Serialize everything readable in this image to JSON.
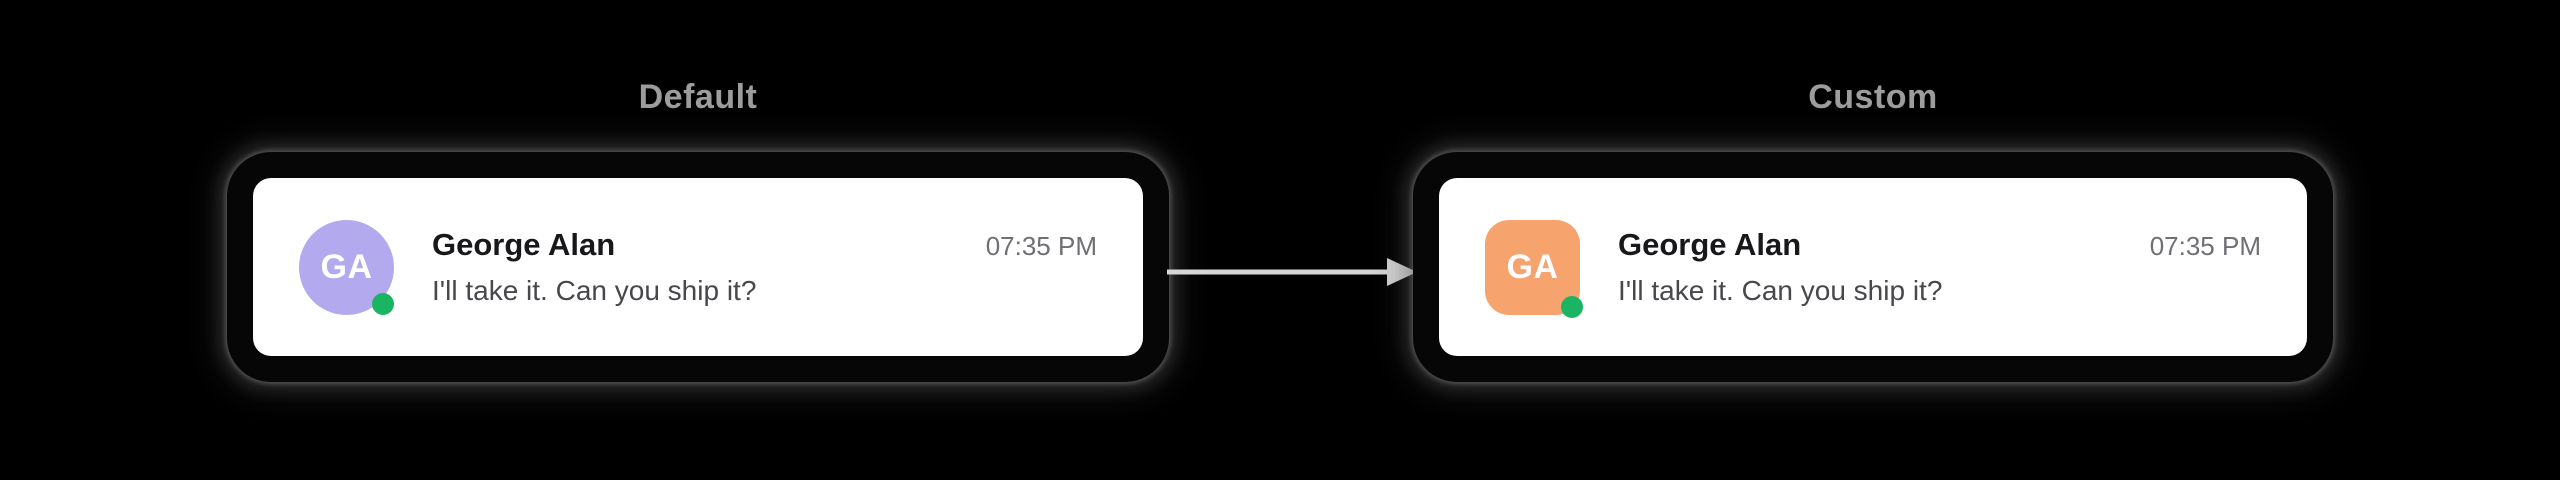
{
  "page": {
    "background": "#000000"
  },
  "variants": {
    "default": {
      "label": "Default",
      "avatar": {
        "initials": "GA",
        "background": "#b3a9ee",
        "shape": "circle"
      },
      "status_color": "#19b563",
      "sender": "George Alan",
      "timestamp": "07:35 PM",
      "message": "I'll take it. Can you ship it?"
    },
    "custom": {
      "label": "Custom",
      "avatar": {
        "initials": "GA",
        "background": "#f7a36e",
        "shape": "rounded-square"
      },
      "status_color": "#19b563",
      "sender": "George Alan",
      "timestamp": "07:35 PM",
      "message": "I'll take it. Can you ship it?"
    }
  },
  "arrow": {
    "direction": "right",
    "color": "#d6d6d6"
  }
}
